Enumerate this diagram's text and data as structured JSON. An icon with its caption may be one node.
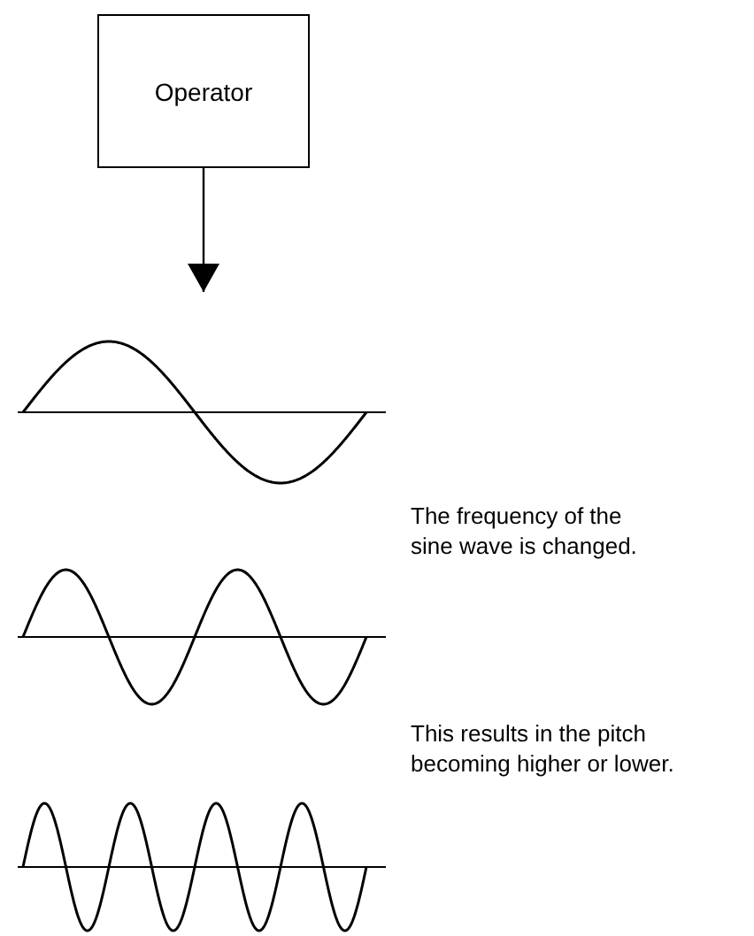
{
  "diagram": {
    "nodes": [
      {
        "text": [
          "Operator"
        ]
      },
      {
        "text": [],
        "shape": "picture"
      },
      {
        "text": [],
        "shape": "picture"
      },
      {
        "text": [],
        "shape": "picture"
      }
    ],
    "edges": [
      {
        "from": 0,
        "to": 1,
        "arrow": "to"
      }
    ],
    "labels": [
      "The frequency of the sine wave is changed.",
      "This results in the pitch becoming higher or lower."
    ]
  }
}
